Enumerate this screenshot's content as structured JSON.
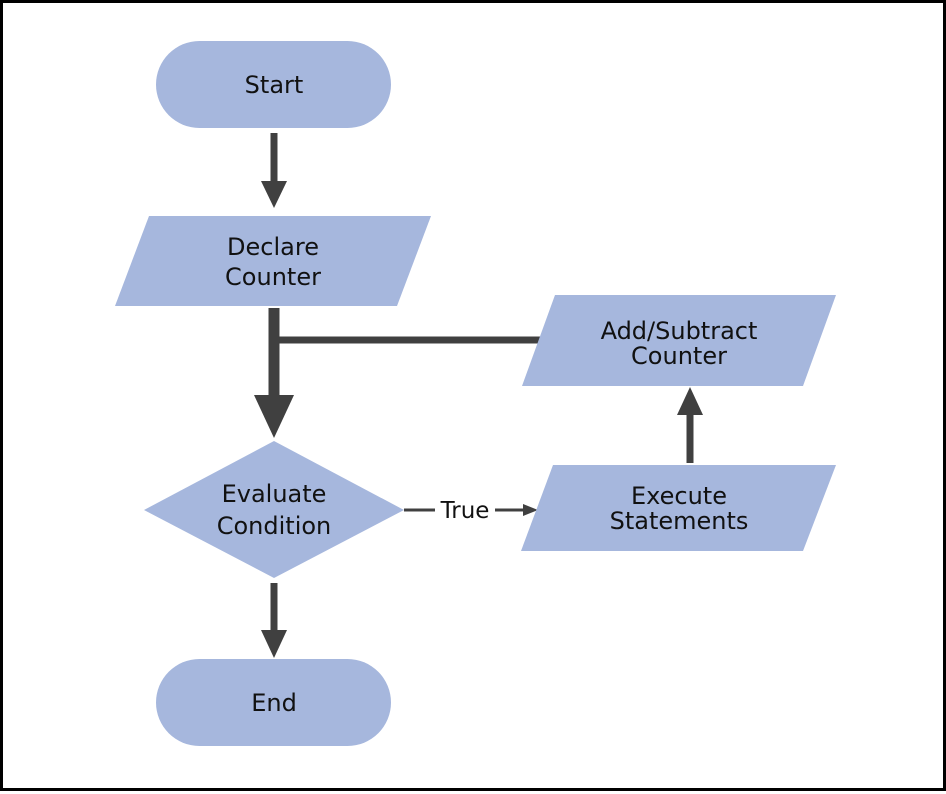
{
  "diagram": {
    "fill_color": "#a6b7dd",
    "line_color": "#404040",
    "nodes": {
      "start": {
        "line1": "Start"
      },
      "declare": {
        "line1": "Declare",
        "line2": "Counter"
      },
      "evaluate": {
        "line1": "Evaluate",
        "line2": "Condition"
      },
      "execute": {
        "line1": "Execute",
        "line2": "Statements"
      },
      "update": {
        "line1": "Add/Subtract",
        "line2": "Counter"
      },
      "end": {
        "line1": "End"
      }
    },
    "edges": {
      "true_label": "True"
    }
  }
}
